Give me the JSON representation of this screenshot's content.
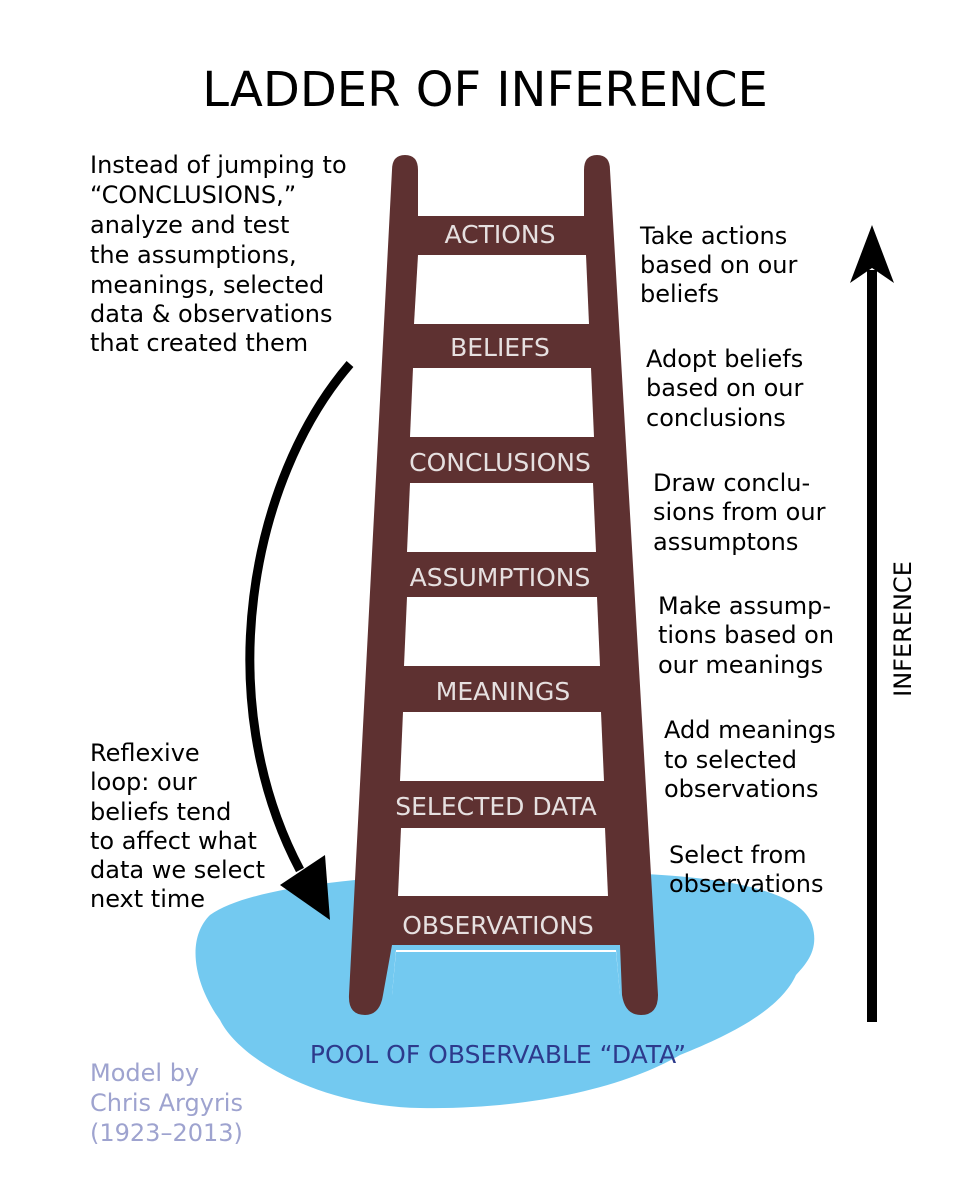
{
  "title": "LADDER OF INFERENCE",
  "left_note": {
    "lines": [
      "Instead of jumping to",
      "“CONCLUSIONS,”",
      "analyze and test",
      "the assumptions,",
      "meanings, selected",
      "data & observations",
      "that created them"
    ]
  },
  "reflexive_note": {
    "lines": [
      "Reflexive",
      "loop: our",
      "beliefs tend",
      "to affect what",
      "data we select",
      "next time"
    ]
  },
  "rungs": [
    {
      "label": "ACTIONS",
      "desc": [
        "Take actions",
        "based on our",
        "beliefs"
      ]
    },
    {
      "label": "BELIEFS",
      "desc": [
        "Adopt beliefs",
        "based on our",
        "conclusions"
      ]
    },
    {
      "label": "CONCLUSIONS",
      "desc": [
        "Draw conclu-",
        "sions from our",
        "assumptons"
      ]
    },
    {
      "label": "ASSUMPTIONS",
      "desc": [
        "Make assump-",
        "tions based on",
        "our meanings"
      ]
    },
    {
      "label": "MEANINGS",
      "desc": [
        "Add meanings",
        "to selected",
        "observations"
      ]
    },
    {
      "label": "SELECTED DATA",
      "desc": [
        "Select from",
        "observations"
      ]
    },
    {
      "label": "OBSERVATIONS",
      "desc": []
    }
  ],
  "pool_label": "POOL OF OBSERVABLE “DATA”",
  "inference_label": "INFERENCE",
  "credit": {
    "lines": [
      "Model by",
      "Chris Argyris",
      "(1923–2013)"
    ]
  },
  "colors": {
    "ladder": "#5e3131",
    "rung_text": "#e6e0e0",
    "pool": "#73c9f0",
    "pool_text": "#2d3a8c",
    "credit": "#9ea3cf"
  }
}
